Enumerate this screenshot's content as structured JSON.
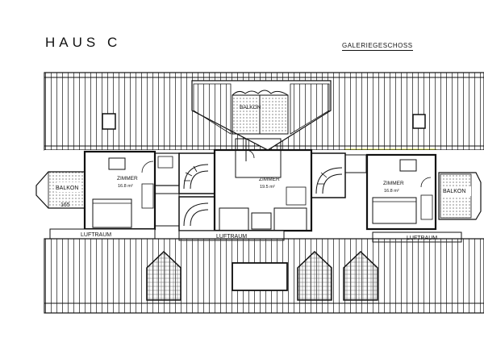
{
  "header": {
    "title": "HAUS C",
    "subtitle": "GALERIEGESCHOSS"
  },
  "rooms": {
    "left_zimmer": {
      "name": "ZIMMER",
      "area": "16.8 m²"
    },
    "center_zimmer": {
      "name": "ZIMMER",
      "area": "19.5 m²"
    },
    "right_zimmer": {
      "name": "ZIMMER",
      "area": "16.8 m²"
    }
  },
  "labels": {
    "balkon_top": "BALKON",
    "balkon_left": "BALKON",
    "balkon_right": "BALKON",
    "dimension_left": "165",
    "luftraum_left": "LUFTRAUM",
    "luftraum_center": "LUFTRAUM",
    "luftraum_right": "LUFTRAUM"
  },
  "colors": {
    "line": "#111111",
    "highlight": "#e8f24a",
    "paper": "#ffffff"
  }
}
